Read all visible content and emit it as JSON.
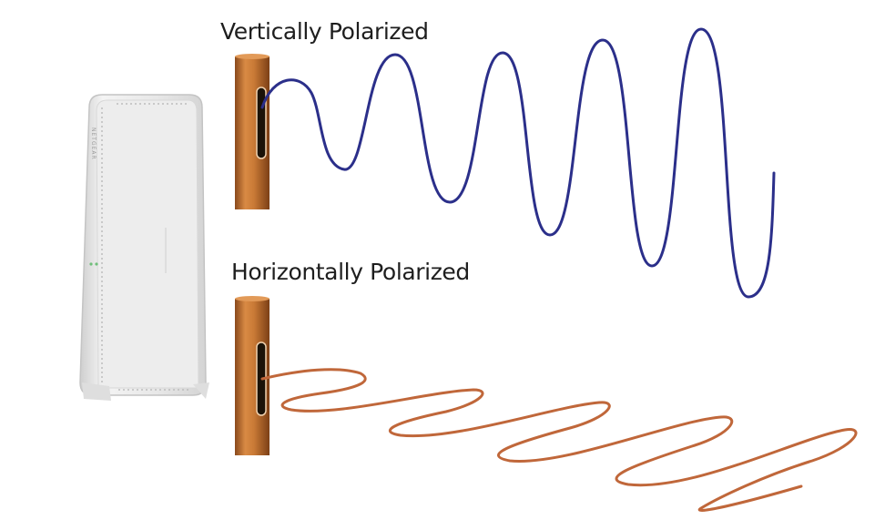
{
  "labels": {
    "vertical": "Vertically Polarized",
    "horizontal": "Horizontally Polarized"
  },
  "router": {
    "brand": "NETGEAR"
  },
  "colors": {
    "vertical_wave": "#2b2f8a",
    "horizontal_wave": "#c0673a",
    "antenna": "#c57532",
    "router_body": "#e9e9e9"
  },
  "icons": [
    "router-icon",
    "vertical-antenna-icon",
    "horizontal-antenna-icon"
  ]
}
